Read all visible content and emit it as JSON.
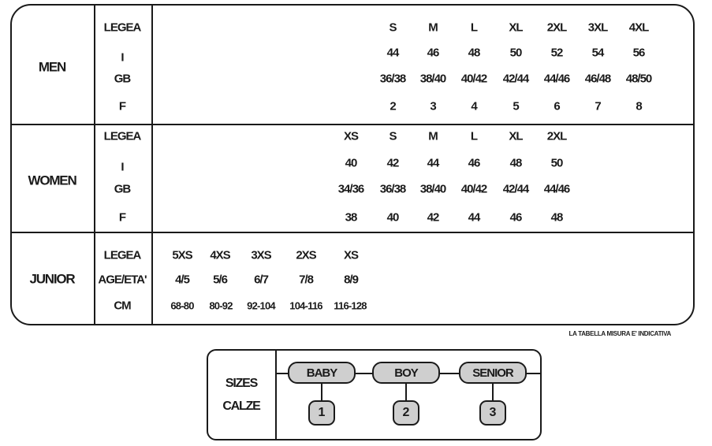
{
  "men": {
    "group": "MEN",
    "labels": [
      "LEGEA",
      "I",
      "GB",
      "F"
    ],
    "rows": [
      [
        "S",
        "M",
        "L",
        "XL",
        "2XL",
        "3XL",
        "4XL"
      ],
      [
        "44",
        "46",
        "48",
        "50",
        "52",
        "54",
        "56"
      ],
      [
        "36/38",
        "38/40",
        "40/42",
        "42/44",
        "44/46",
        "46/48",
        "48/50"
      ],
      [
        "2",
        "3",
        "4",
        "5",
        "6",
        "7",
        "8"
      ]
    ]
  },
  "women": {
    "group": "WOMEN",
    "labels": [
      "LEGEA",
      "I",
      "GB",
      "F"
    ],
    "rows": [
      [
        "XS",
        "S",
        "M",
        "L",
        "XL",
        "2XL"
      ],
      [
        "40",
        "42",
        "44",
        "46",
        "48",
        "50"
      ],
      [
        "34/36",
        "36/38",
        "38/40",
        "40/42",
        "42/44",
        "44/46"
      ],
      [
        "38",
        "40",
        "42",
        "44",
        "46",
        "48"
      ]
    ]
  },
  "junior": {
    "group": "JUNIOR",
    "labels": [
      "LEGEA",
      "AGE/ETA'",
      "CM"
    ],
    "rows": [
      [
        "5XS",
        "4XS",
        "3XS",
        "2XS",
        "XS"
      ],
      [
        "4/5",
        "5/6",
        "6/7",
        "7/8",
        "8/9"
      ],
      [
        "68-80",
        "80-92",
        "92-104",
        "104-116",
        "116-128"
      ]
    ]
  },
  "note": "LA TABELLA MISURA E' INDICATIVA",
  "socks": {
    "title_line1": "SIZES",
    "title_line2": "CALZE",
    "sizes": [
      {
        "name": "BABY",
        "number": "1"
      },
      {
        "name": "BOY",
        "number": "2"
      },
      {
        "name": "SENIOR",
        "number": "3"
      }
    ]
  }
}
